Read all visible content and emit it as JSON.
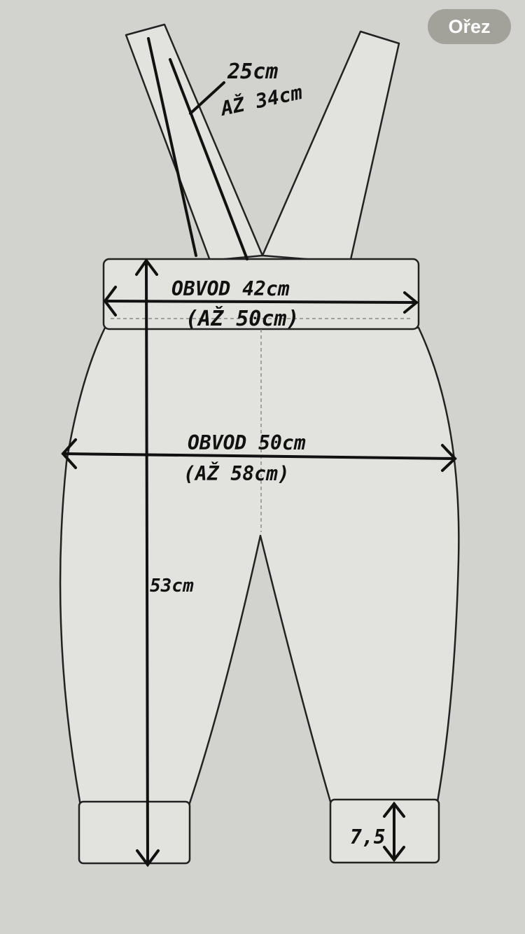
{
  "toolbar": {
    "crop_label": "Ořez"
  },
  "drawing": {
    "strap_length": "25cm",
    "strap_length_max": "AŽ 34cm",
    "waist_label": "OBVOD  42cm",
    "waist_max": "(AŽ  50cm)",
    "hip_label": "OBVOD  50cm",
    "hip_max": "(AŽ 58cm)",
    "total_length": "53cm",
    "cuff_height": "7,5"
  },
  "colors": {
    "background": "#d2d2ce",
    "ink": "#111111",
    "button": "#a2a29b"
  }
}
